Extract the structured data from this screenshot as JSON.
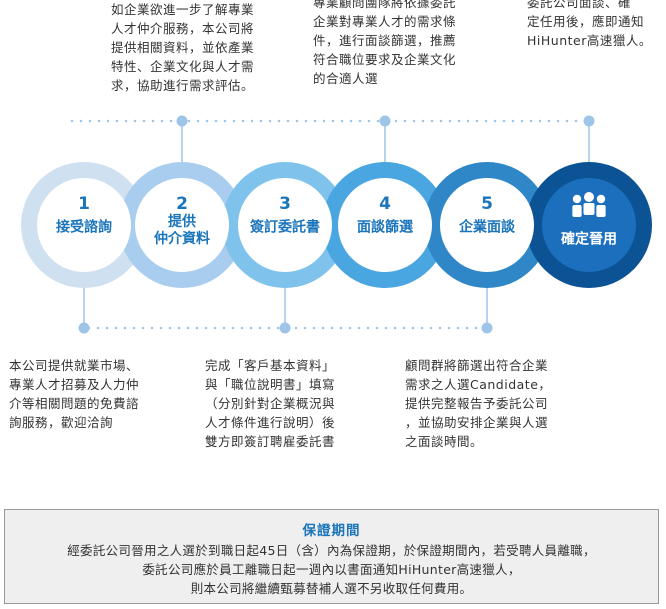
{
  "descriptions": {
    "top_step2": "如企業欲進一步了解專業\n人才仲介服務，本公司將\n提供相關資料，並依產業\n特性、企業文化與人才需\n求，協助進行需求評估。",
    "top_step4": "專業顧問團隊將依據委託\n企業對專業人才的需求條\n件，進行面談篩選，推薦\n符合職位要求及企業文化\n的合適人選",
    "top_step6": "委託公司面談、確\n定任用後，應即通知\nHiHunter高速獵人。",
    "bottom_step1": "本公司提供就業市場、\n專業人才招募及人力仲\n介等相關問題的免費諮\n詢服務，歡迎洽詢",
    "bottom_step3": "完成「客戶基本資料」\n與「職位說明書」填寫\n（分別針對企業概況與\n人才條件進行說明）後\n雙方即簽訂聘雇委託書",
    "bottom_step5": "顧問群將篩選出符合企業\n需求之人選Candidate，\n提供完整報告予委託公司\n，並協助安排企業與人選\n之面談時間。"
  },
  "steps": [
    {
      "number": "1",
      "label": "接受諮詢"
    },
    {
      "number": "2",
      "label": "提供\n仲介資料"
    },
    {
      "number": "3",
      "label": "簽訂委託書"
    },
    {
      "number": "4",
      "label": "面談篩選"
    },
    {
      "number": "5",
      "label": "企業面談"
    },
    {
      "number": "",
      "label": "確定晉用",
      "icon": "people-group-icon"
    }
  ],
  "colors": {
    "ring1": "#cfe0f1",
    "inner1": "#ffffff",
    "ring2": "#a9cdee",
    "inner2": "#ffffff",
    "ring3": "#7fc3ec",
    "inner3": "#ffffff",
    "ring4": "#4aa6e0",
    "inner4": "#ffffff",
    "ring5": "#2f87c8",
    "inner5": "#ffffff",
    "ring6": "#0b5394",
    "inner6": "#1b6fbd",
    "accent": "#1b75bb",
    "dot": "#9ec5e8"
  },
  "warranty": {
    "title": "保證期間",
    "body": "經委託公司晉用之人選於到職日起45日（含）內為保證期，於保證期間內，若受聘人員離職，\n委託公司應於員工離職日起一週內以書面通知HiHunter高速獵人，\n則本公司將繼續甄募替補人選不另收取任何費用。"
  }
}
